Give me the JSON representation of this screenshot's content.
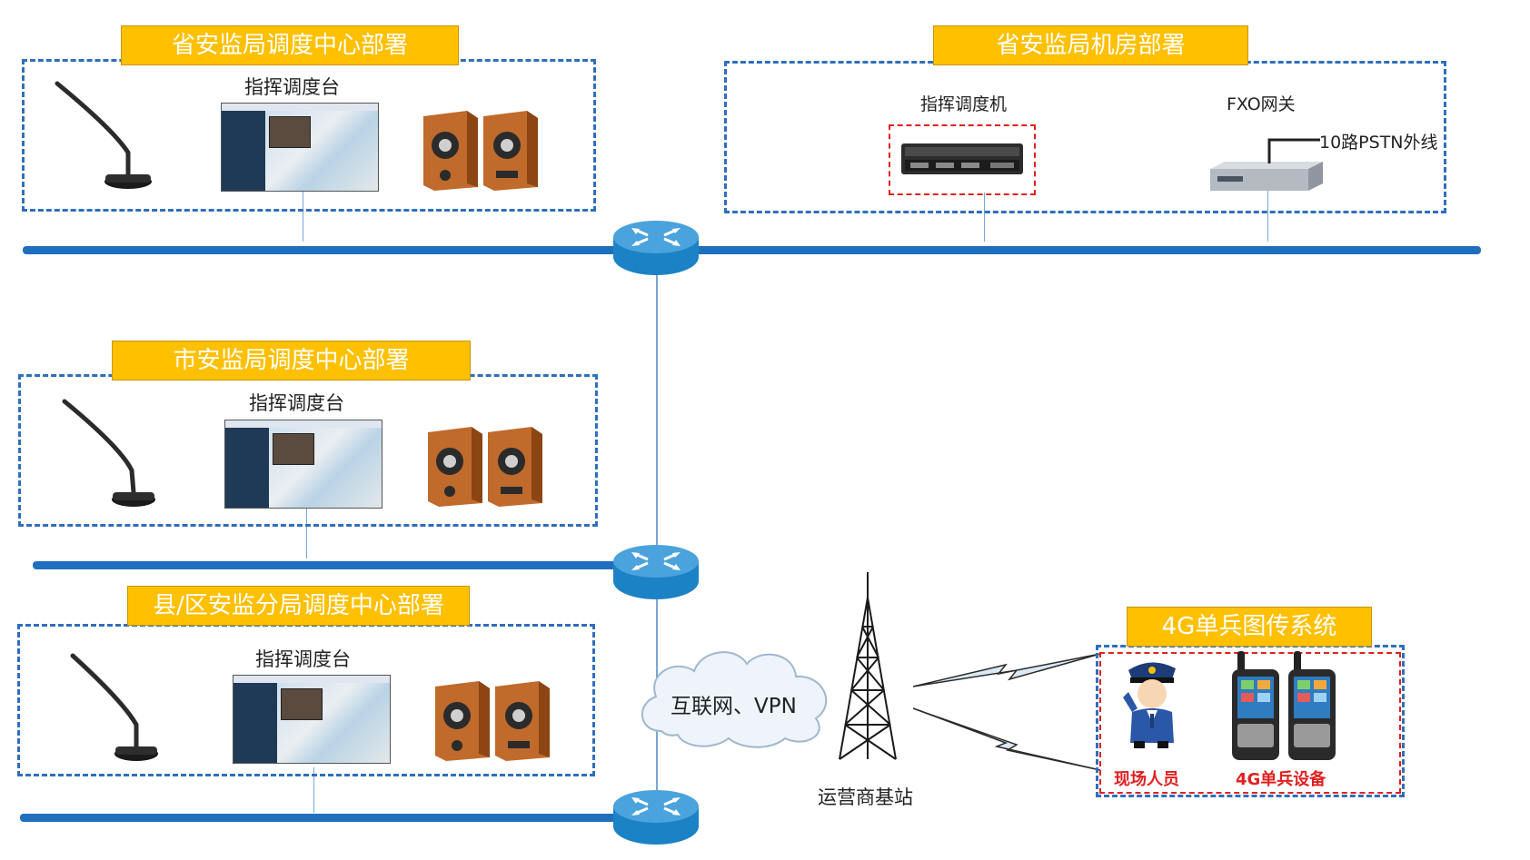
{
  "colors": {
    "accent_blue": "#1f6fbf",
    "title_yellow": "#ffc000",
    "red_label": "#e02020",
    "dashed_red": "#e02020"
  },
  "groups": {
    "province_center": {
      "title": "省安监局调度中心部署",
      "console_label": "指挥调度台"
    },
    "province_room": {
      "title": "省安监局机房部署",
      "server_label": "指挥调度机",
      "gateway_label": "FXO网关",
      "pstn_label": "10路PSTN外线"
    },
    "city_center": {
      "title": "市安监局调度中心部署",
      "console_label": "指挥调度台"
    },
    "county_center": {
      "title": "县/区安监分局调度中心部署",
      "console_label": "指挥调度台"
    },
    "field_system": {
      "title": "4G单兵图传系统",
      "person_label": "现场人员",
      "device_label": "4G单兵设备"
    }
  },
  "network": {
    "cloud_label": "互联网、VPN",
    "tower_label": "运营商基站"
  },
  "icons": [
    "microphone-icon",
    "monitor-icon",
    "speaker-icon",
    "router-icon",
    "server-icon",
    "gateway-icon",
    "cloud-icon",
    "tower-icon",
    "police-officer-icon",
    "walkie-talkie-icon",
    "lightning-link-icon"
  ]
}
